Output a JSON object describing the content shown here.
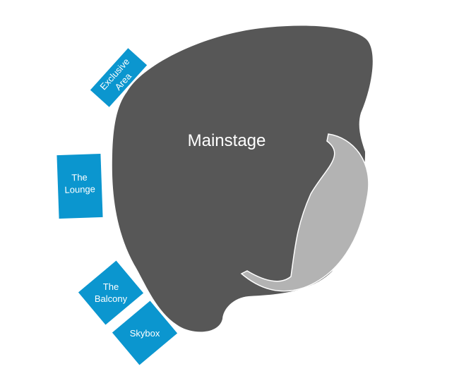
{
  "colors": {
    "background": "#ffffff",
    "mainstage": "#575757",
    "stage_floor": "#b3b3b3",
    "section": "#0b96cf",
    "label": "#ffffff"
  },
  "mainstage": {
    "label": "Mainstage"
  },
  "sections": {
    "exclusive": {
      "line1": "Exclusive",
      "line2": "Area"
    },
    "lounge": {
      "line1": "The",
      "line2": "Lounge"
    },
    "balcony": {
      "line1": "The",
      "line2": "Balcony"
    },
    "skybox": {
      "label": "Skybox"
    }
  }
}
